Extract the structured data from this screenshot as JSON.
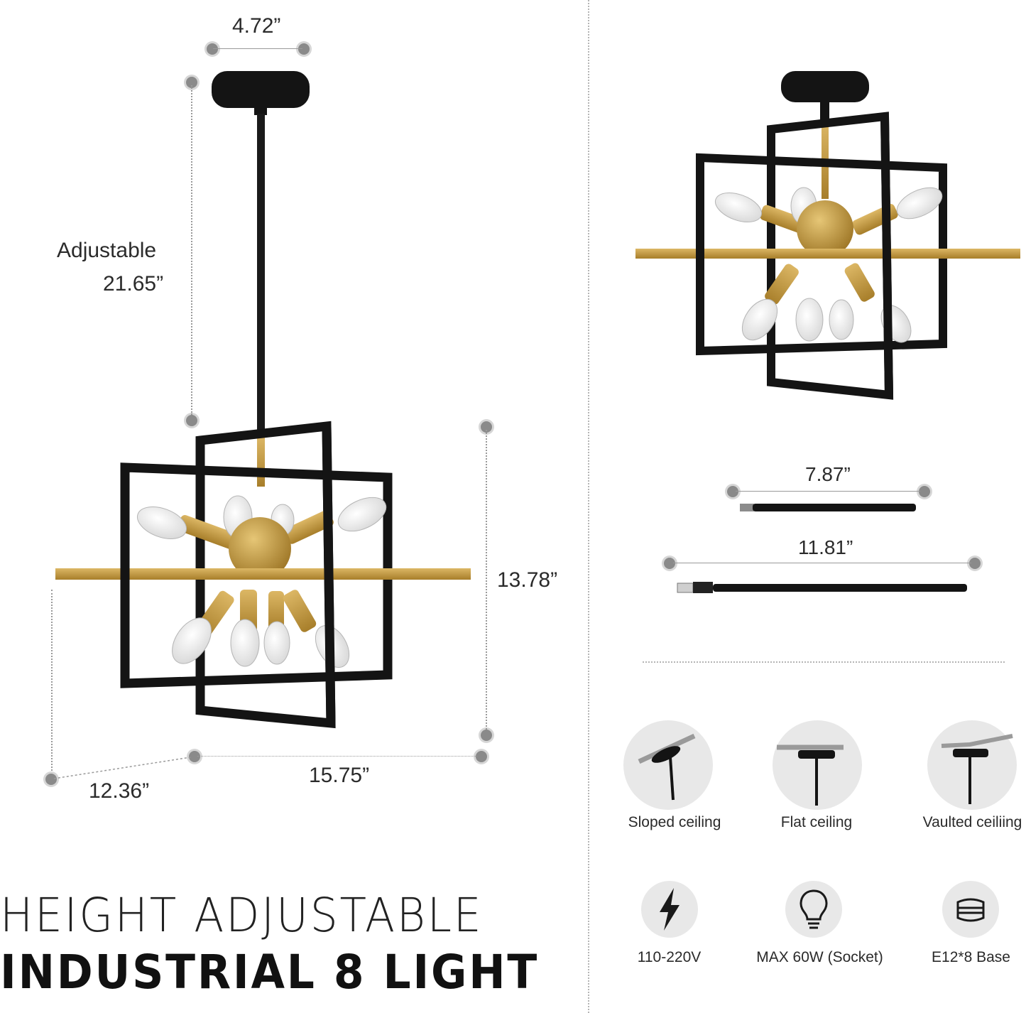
{
  "dimensions": {
    "canopy_width": "4.72”",
    "adjustable_label": "Adjustable",
    "adjustable_length": "21.65”",
    "height": "13.78”",
    "width": "15.75”",
    "depth": "12.36”",
    "rod_short": "7.87”",
    "rod_long": "11.81”"
  },
  "ceiling_types": [
    {
      "label": "Sloped ceiling",
      "icon": "sloped-ceiling-icon"
    },
    {
      "label": "Flat ceiling",
      "icon": "flat-ceiling-icon"
    },
    {
      "label": "Vaulted ceiliing",
      "icon": "vaulted-ceiling-icon"
    }
  ],
  "specs": [
    {
      "label": "110-220V",
      "icon": "lightning-icon"
    },
    {
      "label": "MAX 60W (Socket)",
      "icon": "bulb-icon"
    },
    {
      "label": "E12*8 Base",
      "icon": "base-icon"
    }
  ],
  "heading": {
    "line1": "HEIGHT ADJUSTABLE",
    "line2": "INDUSTRIAL 8 LIGHT"
  },
  "colors": {
    "frame": "#1a1a1a",
    "gold": "#c49a3c",
    "marker": "#8a8a8a"
  }
}
